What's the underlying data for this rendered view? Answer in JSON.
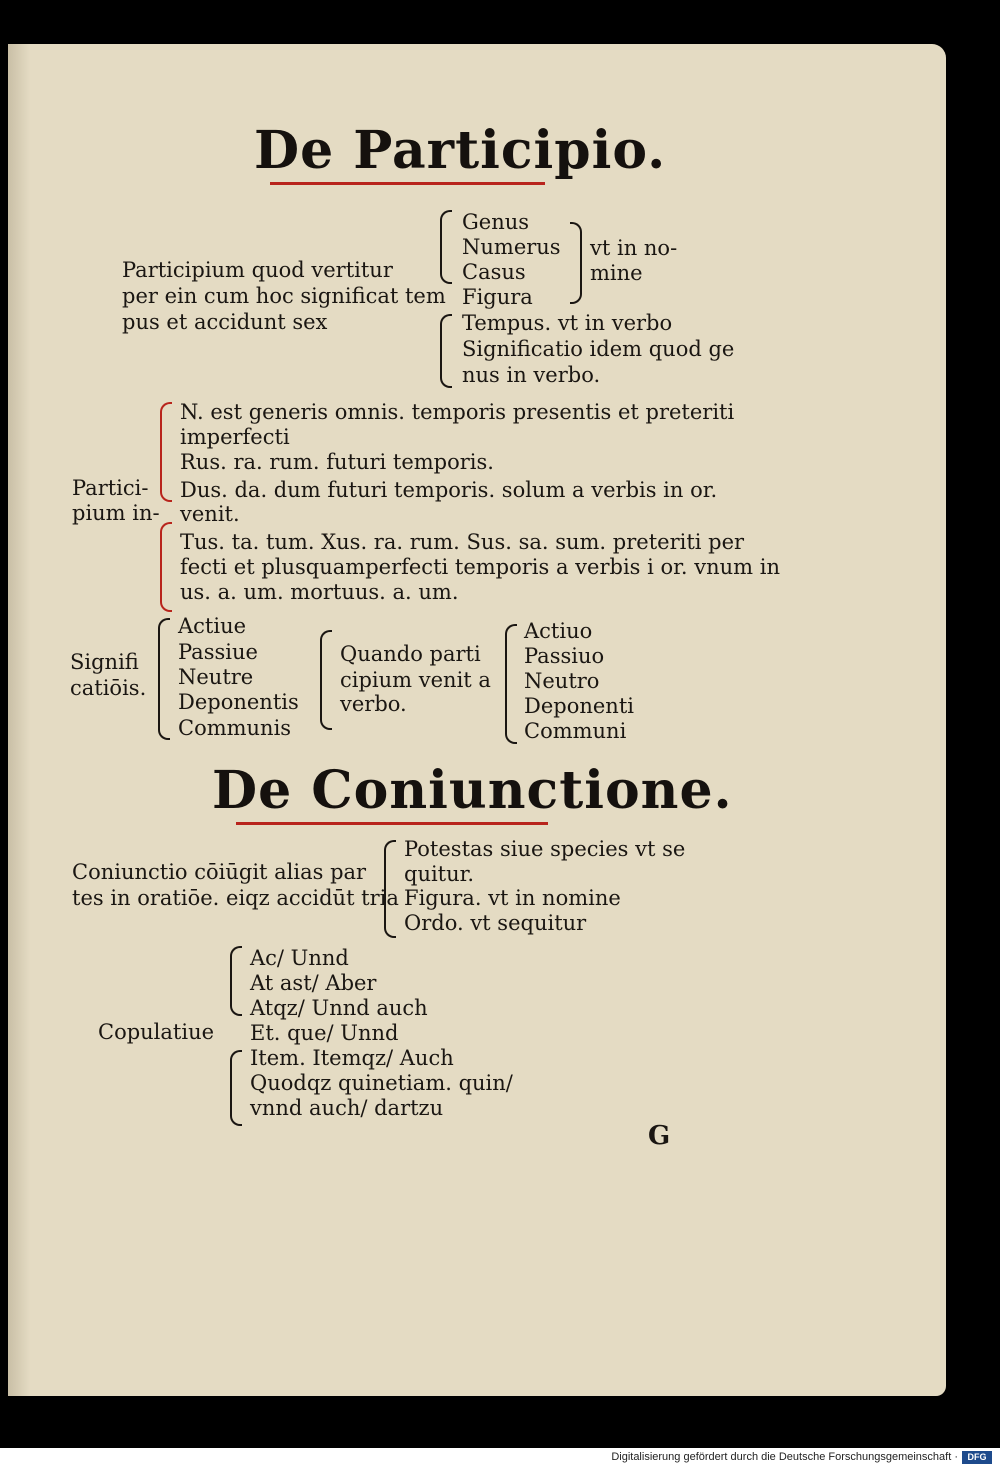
{
  "heading1": "De Participio.",
  "participium": {
    "lead": [
      "Participium quod vertitur",
      "per ein cum hoc significat tem",
      "pus et accidunt sex"
    ],
    "list1": [
      "Genus",
      "Numerus",
      "Casus",
      "Figura"
    ],
    "aside1": [
      "vt in no-",
      "mine"
    ],
    "list2": [
      "Tempus. vt in verbo",
      "Significatio idem quod ge",
      "nus in verbo."
    ]
  },
  "participium_in": {
    "lead": [
      "Partici-",
      "pium in-"
    ],
    "lines": [
      "N. est generis omnis. temporis presentis et preteriti",
      "imperfecti",
      "Rus. ra. rum. futuri temporis.",
      "Dus. da. dum futuri temporis. solum a verbis in or.",
      "venit.",
      "Tus. ta. tum. Xus. ra. rum. Sus. sa. sum. preteriti per",
      "fecti et plusquamperfecti temporis a verbis i or. vnum in",
      "us. a. um. mortuus. a. um."
    ]
  },
  "significationis": {
    "lead": [
      "Signifi",
      "catiōis."
    ],
    "list1": [
      "Actiue",
      "Passiue",
      "Neutre",
      "Deponentis",
      "Communis"
    ],
    "mid": [
      "Quando parti",
      "cipium venit a",
      "verbo."
    ],
    "list2": [
      "Actiuo",
      "Passiuo",
      "Neutro",
      "Deponenti",
      "Communi"
    ]
  },
  "heading2": "De Coniunctione.",
  "coniunctio": {
    "lead": [
      "Coniunctio cōiūgit alias par",
      "tes in oratiōe. eiqz accidūt tria"
    ],
    "list": [
      "Potestas siue species vt se",
      "quitur.",
      "Figura. vt in nomine",
      "Ordo. vt sequitur"
    ]
  },
  "copulatiue": {
    "lead": "Copulatiue",
    "list": [
      "Ac/ Unnd",
      "At ast/ Aber",
      "Atqz/ Unnd auch",
      "Et. que/ Unnd",
      "Item. Itemqz/ Auch",
      "Quodqz quinetiam. quin/",
      "vnnd auch/ dartzu"
    ]
  },
  "signature": "G",
  "footer": {
    "text": "Digitalisierung gefördert durch die Deutsche Forschungsgemeinschaft ·",
    "logo": "DFG"
  }
}
